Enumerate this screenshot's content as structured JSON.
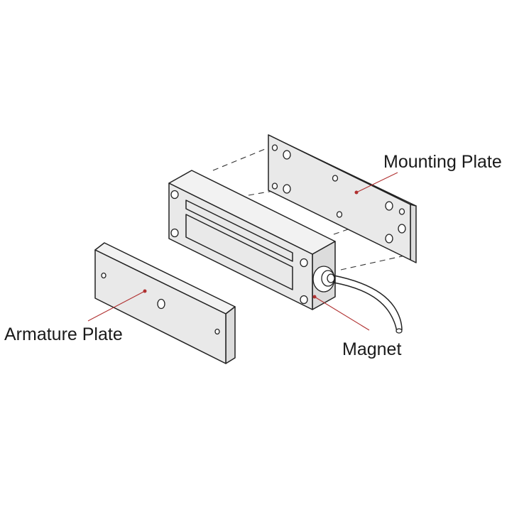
{
  "labels": {
    "mounting_plate": "Mounting Plate",
    "armature_plate": "Armature Plate",
    "magnet": "Magnet"
  },
  "colors": {
    "line": "#222222",
    "leader": "#b03030"
  }
}
